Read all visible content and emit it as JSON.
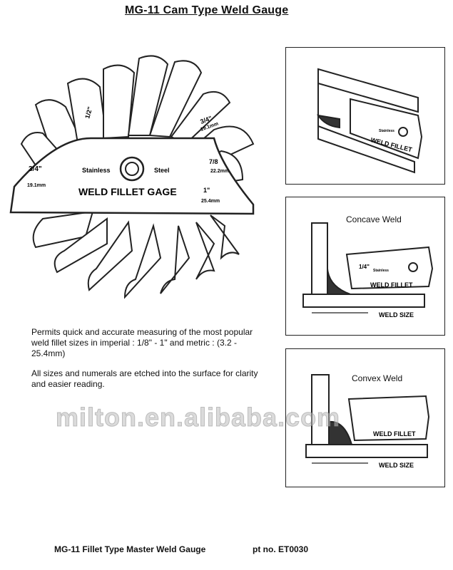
{
  "title": "MG-11 Cam Type Weld Gauge",
  "gauge": {
    "top_label_left": "Stainless",
    "top_label_right": "Steel",
    "main_label": "WELD FILLET GAGE",
    "blade_labels": [
      "3/4\"",
      "19.1mm",
      "7/8",
      "22.2mm",
      "1\"",
      "25.4mm",
      "3/4\"",
      "19.1mm",
      "1/2\""
    ]
  },
  "description": {
    "para1": "Permits quick and accurate measuring of the most popular weld fillet sizes in imperial : 1/8\" - 1\" and metric : (3.2 - 25.4mm)",
    "para2": "All sizes and numerals are etched into the surface for clarity and easier reading."
  },
  "panels": [
    {
      "title": "",
      "gauge_label": "WELD FILLET",
      "small_label": "Stainless"
    },
    {
      "title": "Concave Weld",
      "gauge_label": "WELD FILLET",
      "size_label": "WELD SIZE",
      "fraction": "1/4\"",
      "small_label": "Stainless"
    },
    {
      "title": "Convex Weld",
      "gauge_label": "WELD FILLET",
      "size_label": "WELD SIZE"
    }
  ],
  "watermark": "milton.en.alibaba.com",
  "footer": {
    "name": "MG-11 Fillet Type Master Weld Gauge",
    "part": "pt no. ET0030"
  }
}
